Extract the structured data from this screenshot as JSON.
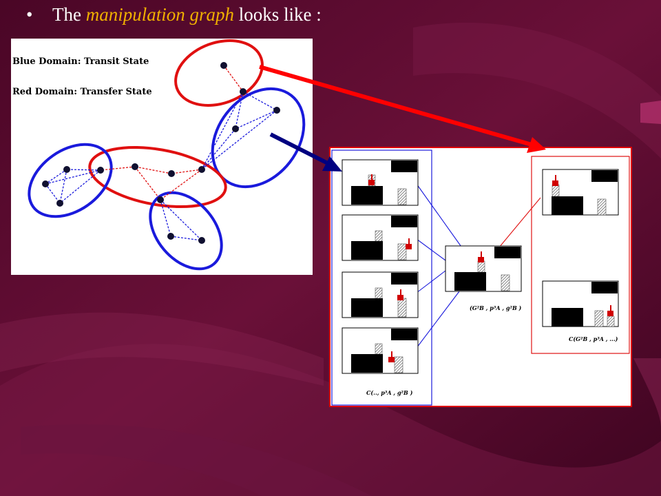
{
  "slide": {
    "bullet": "•",
    "text_before": "The",
    "text_highlight": "manipulation graph",
    "text_after": "looks like :",
    "highlight_color": "#f0b000"
  },
  "legend": {
    "blue": "Blue Domain: Transit State",
    "red": "Red Domain: Transfer State"
  },
  "colors": {
    "blue_domain": "#1a1adc",
    "red_domain": "#e01010",
    "node": "#101030",
    "background": "#5a0a2e",
    "arrow_red": "#ff0000",
    "arrow_navy": "#000080"
  },
  "formulas": {
    "left": "C(.., p³A , g²B )",
    "middle": "(G²B , p³A , g²B )",
    "right": "C(G²B , p³A , ...)"
  }
}
